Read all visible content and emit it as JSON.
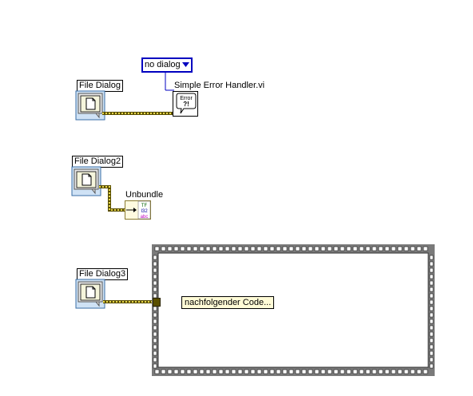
{
  "nodes": {
    "file_dialog_1": {
      "label": "File Dialog"
    },
    "file_dialog_2": {
      "label": "File Dialog2"
    },
    "file_dialog_3": {
      "label": "File Dialog3"
    }
  },
  "error_handler": {
    "label": "Simple Error Handler.vi",
    "icon_text_top": "Error",
    "icon_text_bottom": "?!"
  },
  "dialog_ring": {
    "value": "no dialog"
  },
  "unbundle": {
    "label": "Unbundle",
    "rows": [
      "TF",
      "I32",
      "abc"
    ]
  },
  "sequence": {
    "comment": "nachfolgender Code..."
  },
  "colors": {
    "error_wire": "#9b8a00",
    "ring_border": "#0000c0",
    "sequence_frame": "#7a7a7a"
  }
}
